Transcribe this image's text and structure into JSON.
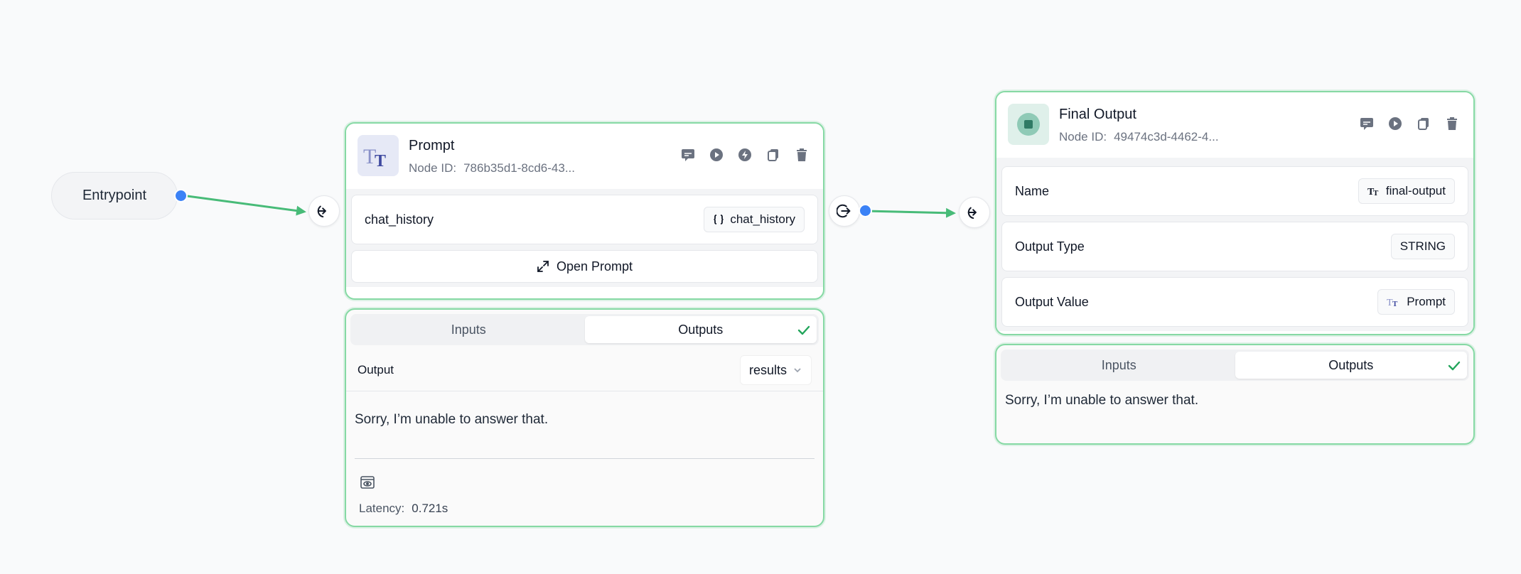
{
  "entrypoint": {
    "label": "Entrypoint"
  },
  "prompt_node": {
    "title": "Prompt",
    "node_id_label": "Node ID:",
    "node_id_value": "786b35d1-8cd6-43...",
    "icon": "text-type-icon",
    "actions": [
      "comment-icon",
      "play-icon",
      "bolt-icon",
      "copy-icon",
      "trash-icon"
    ],
    "input_row": {
      "label": "chat_history",
      "chip": "chat_history",
      "chip_icon": "braces-icon"
    },
    "open_button": "Open Prompt"
  },
  "prompt_panel": {
    "tabs": [
      "Inputs",
      "Outputs"
    ],
    "active_tab": "Outputs",
    "output_label": "Output",
    "output_select": "results",
    "output_text": "Sorry, I’m unable to answer that.",
    "latency_label": "Latency:",
    "latency_value": "0.721s"
  },
  "final_node": {
    "title": "Final Output",
    "node_id_label": "Node ID:",
    "node_id_value": "49474c3d-4462-4...",
    "icon": "stop-circle-icon",
    "actions": [
      "comment-icon",
      "play-icon",
      "copy-icon",
      "trash-icon"
    ],
    "rows": [
      {
        "label": "Name",
        "value": "final-output",
        "icon": "text-type-icon"
      },
      {
        "label": "Output Type",
        "value": "STRING"
      },
      {
        "label": "Output Value",
        "value": "Prompt",
        "icon": "text-type-icon"
      }
    ]
  },
  "final_panel": {
    "tabs": [
      "Inputs",
      "Outputs"
    ],
    "active_tab": "Outputs",
    "output_text": "Sorry, I’m unable to answer that."
  },
  "colors": {
    "edge": "#48bb78",
    "node_border": "#86d9a4",
    "handle_dot": "#3b82f6",
    "check": "#22a55b"
  }
}
